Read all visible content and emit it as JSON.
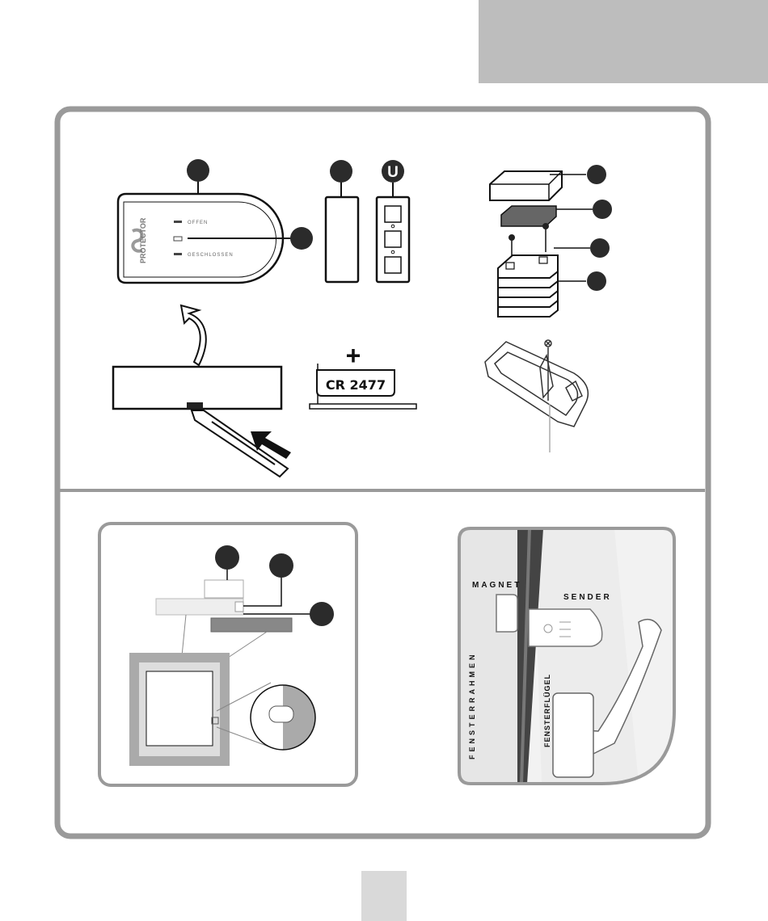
{
  "device": {
    "brand": "PROTECTOR",
    "led_labels": [
      "OFFEN",
      "GESCHLOSSEN"
    ]
  },
  "callout_letter": "U",
  "battery": {
    "label": "CR 2477",
    "plus_sign": "+"
  },
  "installation": {
    "magnet_label": "MAGNET",
    "sender_label": "SENDER",
    "frame_label": "FENSTERRAHMEN",
    "sash_label": "FENSTERFLÜGEL"
  },
  "colors": {
    "panel_border": "#9a9a9a",
    "header_block": "#bdbdbd",
    "page_tab": "#d9d9d9",
    "callout_fill": "#2b2b2b"
  }
}
